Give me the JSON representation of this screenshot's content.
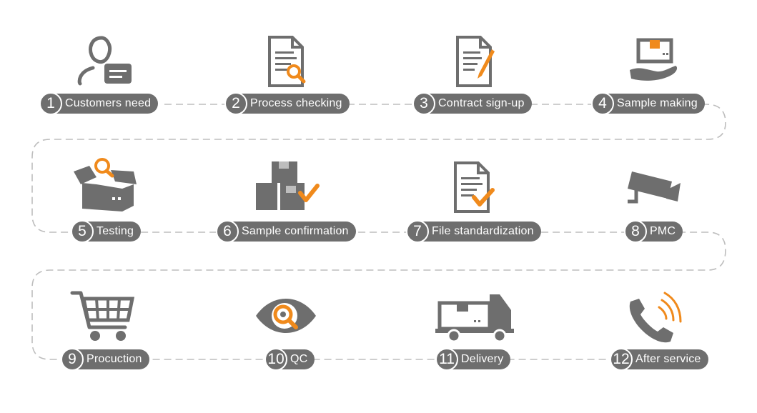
{
  "colors": {
    "gray": "#6e6e6e",
    "accent": "#f08a1c",
    "dash": "#bdbdbd"
  },
  "steps": [
    {
      "num": "1",
      "label": "Customers need",
      "icon": "person-chat-icon"
    },
    {
      "num": "2",
      "label": "Process checking",
      "icon": "document-search-icon"
    },
    {
      "num": "3",
      "label": "Contract sign-up",
      "icon": "document-pencil-icon"
    },
    {
      "num": "4",
      "label": "Sample making",
      "icon": "hand-box-icon"
    },
    {
      "num": "5",
      "label": "Testing",
      "icon": "open-box-search-icon"
    },
    {
      "num": "6",
      "label": "Sample confirmation",
      "icon": "boxes-check-icon"
    },
    {
      "num": "7",
      "label": "File standardization",
      "icon": "document-check-icon"
    },
    {
      "num": "8",
      "label": "PMC",
      "icon": "camera-icon"
    },
    {
      "num": "9",
      "label": "Procuction",
      "icon": "shopping-cart-icon"
    },
    {
      "num": "10",
      "label": "QC",
      "icon": "eye-search-icon"
    },
    {
      "num": "11",
      "label": "Delivery",
      "icon": "delivery-truck-icon"
    },
    {
      "num": "12",
      "label": "After service",
      "icon": "phone-icon"
    }
  ]
}
